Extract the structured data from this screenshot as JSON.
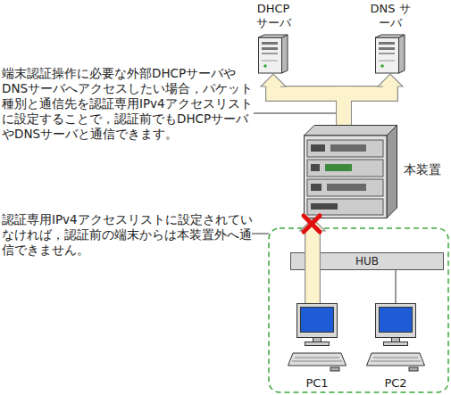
{
  "diagram": {
    "nodes": [
      {
        "text": [
          "DHCP サーバ"
        ]
      },
      {
        "text": [
          "DNS サーバ"
        ]
      },
      {
        "text": [
          "本装置"
        ]
      },
      {
        "text": [
          "HUB"
        ]
      },
      {
        "text": [
          "PC1"
        ]
      },
      {
        "text": [
          "PC2"
        ]
      }
    ],
    "edges": [
      {
        "from": 2,
        "to": 0,
        "arrow": "to"
      },
      {
        "from": 2,
        "to": 1,
        "arrow": "to"
      },
      {
        "from": 4,
        "to": 2,
        "arrow": "to"
      },
      {
        "from": 3,
        "to": 4,
        "arrow": "none"
      },
      {
        "from": 3,
        "to": 5,
        "arrow": "none"
      }
    ],
    "labels": [
      "端末認証操作に必要な外部DHCPサーバやDNSサーバへアクセスしたい場合，パケット種別と通信先を認証専用IPv4アクセスリストに設定することで，認証前でもDHCPサーバやDNSサーバと通信できます。",
      "認証専用IPv4アクセスリストに設定されていなければ，認証前の端末からは本装置外へ通信できません。"
    ]
  }
}
